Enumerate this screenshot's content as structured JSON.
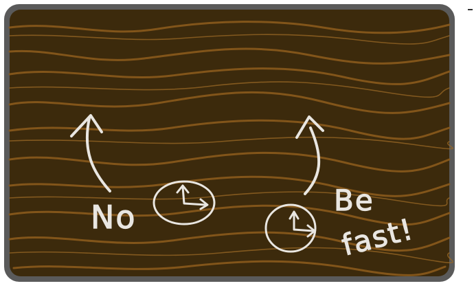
{
  "colors": {
    "frame": "#5a5a5a",
    "wood": "#3c2a0c",
    "grain": "#8a5a1c",
    "chalk": "#e9e6e1"
  },
  "left_hint": {
    "label": "No",
    "icon": "clock-icon",
    "arrow": "arrow-up-icon"
  },
  "right_hint": {
    "label_line1": "Be",
    "label_line2": "fast!",
    "icon": "clock-icon",
    "arrow": "arrow-up-icon"
  }
}
